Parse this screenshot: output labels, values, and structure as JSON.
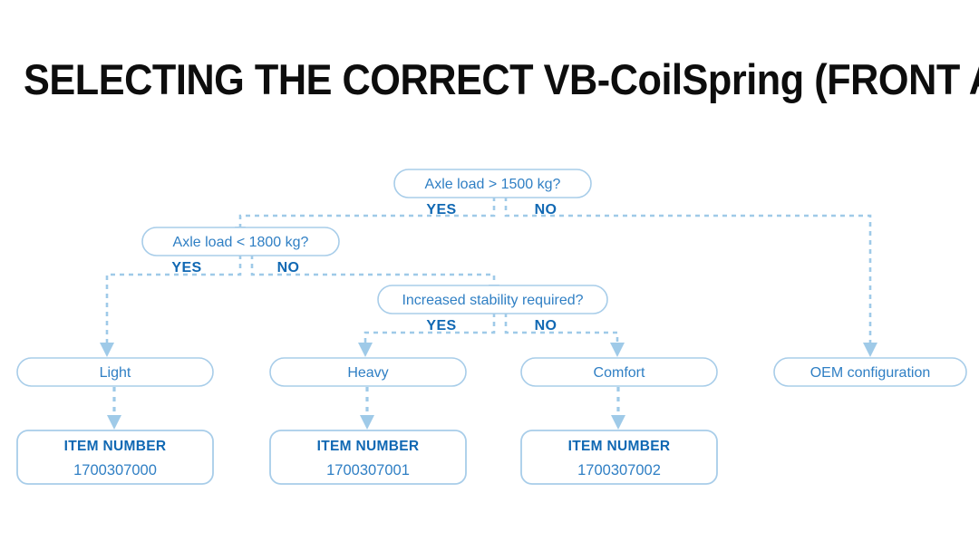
{
  "page": {
    "title": "SELECTING THE CORRECT VB-CoilSpring (FRONT AXLE)",
    "background_color": "#ffffff",
    "title_color": "#0d0d0d",
    "accent_color": "#2f7fc4",
    "label_color": "#1068b3",
    "line_color": "#9fcae8",
    "border_color": "#a8cde9"
  },
  "chart_data": {
    "type": "diagram",
    "title": "SELECTING THE CORRECT VB-CoilSpring (FRONT AXLE)",
    "diagram_kind": "decision-flowchart",
    "decisions": [
      {
        "id": "d1",
        "question": "Axle load > 1500 kg?",
        "yes_label": "YES",
        "no_label": "NO",
        "yes_target": "d2",
        "no_target": "r4"
      },
      {
        "id": "d2",
        "question": "Axle load < 1800 kg?",
        "yes_label": "YES",
        "no_label": "NO",
        "yes_target": "r1",
        "no_target": "d3"
      },
      {
        "id": "d3",
        "question": "Increased stability required?",
        "yes_label": "YES",
        "no_label": "NO",
        "yes_target": "r2",
        "no_target": "r3"
      }
    ],
    "results": [
      {
        "id": "r1",
        "label": "Light",
        "item_heading": "ITEM NUMBER",
        "item_number": "1700307000"
      },
      {
        "id": "r2",
        "label": "Heavy",
        "item_heading": "ITEM NUMBER",
        "item_number": "1700307001"
      },
      {
        "id": "r3",
        "label": "Comfort",
        "item_heading": "ITEM NUMBER",
        "item_number": "1700307002"
      },
      {
        "id": "r4",
        "label": "OEM configuration",
        "item_heading": null,
        "item_number": null
      }
    ]
  },
  "decision1": {
    "question": "Axle load > 1500 kg?",
    "yes": "YES",
    "no": "NO"
  },
  "decision2": {
    "question": "Axle load < 1800 kg?",
    "yes": "YES",
    "no": "NO"
  },
  "decision3": {
    "question": "Increased stability required?",
    "yes": "YES",
    "no": "NO"
  },
  "result_light": {
    "label": "Light",
    "item_heading": "ITEM NUMBER",
    "item_number": "1700307000"
  },
  "result_heavy": {
    "label": "Heavy",
    "item_heading": "ITEM NUMBER",
    "item_number": "1700307001"
  },
  "result_comfort": {
    "label": "Comfort",
    "item_heading": "ITEM NUMBER",
    "item_number": "1700307002"
  },
  "result_oem": {
    "label": "OEM configuration"
  }
}
